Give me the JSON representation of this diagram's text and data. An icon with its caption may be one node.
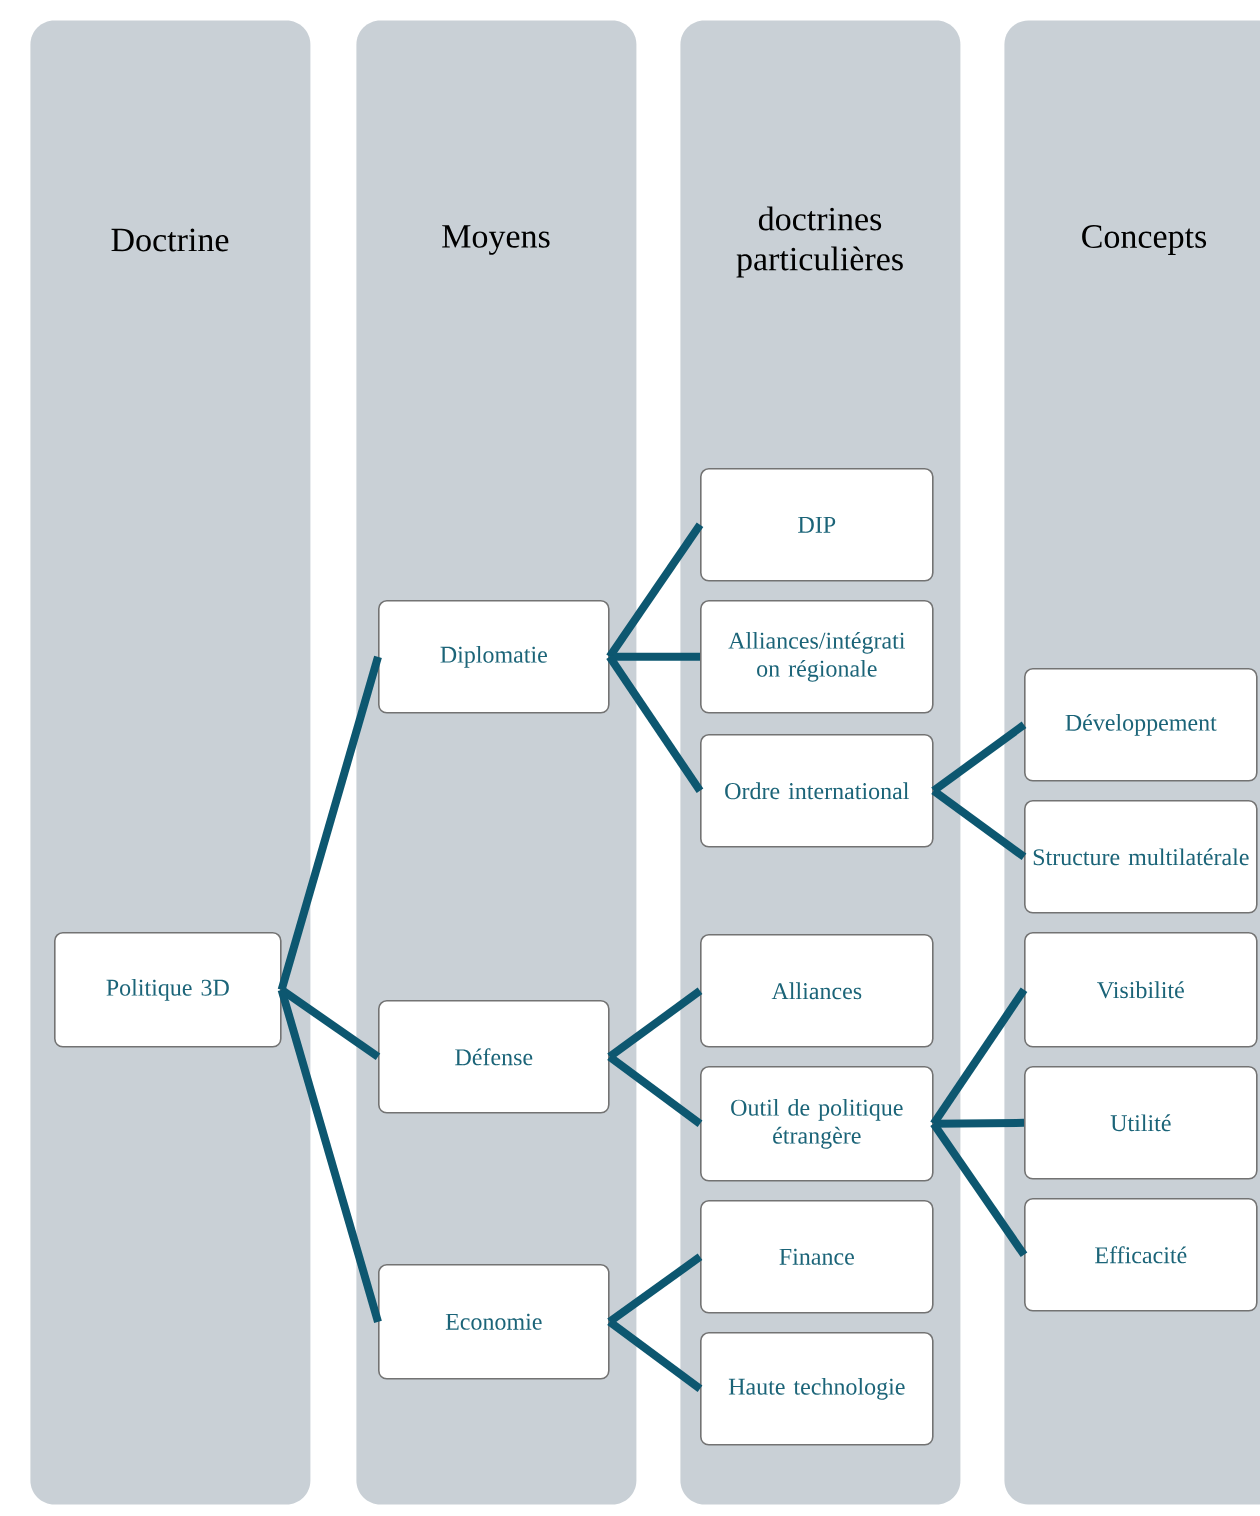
{
  "diagram": {
    "nodes": [
      {
        "text": [
          "Doctrine"
        ]
      },
      {
        "text": [
          "Moyens"
        ]
      },
      {
        "text": [
          "doctrines particulières"
        ]
      },
      {
        "text": [
          "Concepts"
        ]
      },
      {
        "text": [
          "Politique 3D"
        ],
        "in": 0
      },
      {
        "text": [
          "Diplomatie"
        ],
        "in": 1
      },
      {
        "text": [
          "Défense"
        ],
        "in": 1
      },
      {
        "text": [
          "Economie"
        ],
        "in": 1
      },
      {
        "text": [
          "DIP"
        ],
        "in": 2
      },
      {
        "text": [
          "Alliances/intégrati on régionale"
        ],
        "in": 2
      },
      {
        "text": [
          "Ordre international"
        ],
        "in": 2
      },
      {
        "text": [
          "Alliances"
        ],
        "in": 2
      },
      {
        "text": [
          "Outil de politique étrangère"
        ],
        "in": 2
      },
      {
        "text": [
          "Finance"
        ],
        "in": 2
      },
      {
        "text": [
          "Haute technologie"
        ],
        "in": 2
      },
      {
        "text": [
          "Développement"
        ],
        "in": 3
      },
      {
        "text": [
          "Structure multilatérale"
        ],
        "in": 3
      },
      {
        "text": [
          "Visibilité"
        ],
        "in": 3
      },
      {
        "text": [
          "Utilité"
        ],
        "in": 3
      },
      {
        "text": [
          "Efficacité"
        ],
        "in": 3
      }
    ],
    "edges": [
      {
        "from": 4,
        "to": 5,
        "arrow": "none"
      },
      {
        "from": 4,
        "to": 6,
        "arrow": "none"
      },
      {
        "from": 4,
        "to": 7,
        "arrow": "none"
      },
      {
        "from": 5,
        "to": 8,
        "arrow": "none"
      },
      {
        "from": 5,
        "to": 9,
        "arrow": "none"
      },
      {
        "from": 5,
        "to": 10,
        "arrow": "none"
      },
      {
        "from": 6,
        "to": 11,
        "arrow": "none"
      },
      {
        "from": 6,
        "to": 12,
        "arrow": "none"
      },
      {
        "from": 7,
        "to": 13,
        "arrow": "none"
      },
      {
        "from": 7,
        "to": 14,
        "arrow": "none"
      },
      {
        "from": 10,
        "to": 15,
        "arrow": "none"
      },
      {
        "from": 10,
        "to": 16,
        "arrow": "none"
      },
      {
        "from": 12,
        "to": 17,
        "arrow": "none"
      },
      {
        "from": 12,
        "to": 18,
        "arrow": "none"
      },
      {
        "from": 12,
        "to": 19,
        "arrow": "none"
      }
    ]
  }
}
